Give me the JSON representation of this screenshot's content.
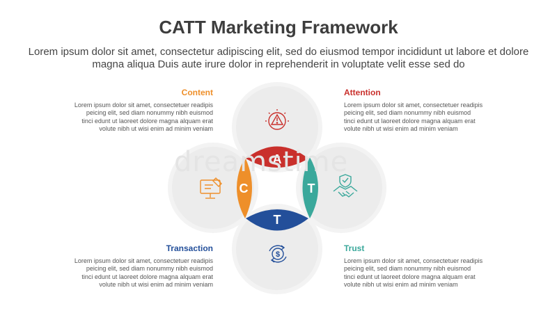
{
  "title": "CATT Marketing Framework",
  "subtitle": "Lorem ipsum dolor sit amet, consectetur adipiscing elit, sed do eiusmod tempor incididunt ut labore et dolore magna aliqua Duis aute irure dolor in reprehenderit in voluptate velit esse sed do",
  "items": [
    {
      "heading": "Content",
      "color": "#ee8f2a",
      "body": "Lorem ipsum dolor sit amet, consectetuer readipis peicing elit, sed diam nonummy nibh euismod tinci edunt ut laoreet dolore magna alquam erat volute nibh ut wisi enim ad minim veniam",
      "letter": "C",
      "icon": "computer-edit-icon"
    },
    {
      "heading": "Attention",
      "color": "#c9302c",
      "body": "Lorem ipsum dolor sit amet, consectetuer readipis peicing elit, sed diam nonummy nibh euismod tinci edunt ut laoreet dolore magna alquam erat volute nibh ut wisi enim ad minim veniam",
      "letter": "A",
      "icon": "warning-icon"
    },
    {
      "heading": "Transaction",
      "color": "#234f9a",
      "body": "Lorem ipsum dolor sit amet, consectetuer readipis peicing elit, sed diam nonummy nibh euismod tinci edunt ut laoreet dolore magna alquam erat volute nibh ut wisi enim ad minim veniam",
      "letter": "T",
      "icon": "dollar-cycle-icon"
    },
    {
      "heading": "Trust",
      "color": "#3aa89b",
      "body": "Lorem ipsum dolor sit amet, consectetuer readipis peicing elit, sed diam nonummy nibh euismod tinci edunt ut laoreet dolore magna alquam erat volute nibh ut wisi enim ad minim veniam",
      "letter": "T",
      "icon": "handshake-shield-icon"
    }
  ],
  "watermark": "dreamstime"
}
